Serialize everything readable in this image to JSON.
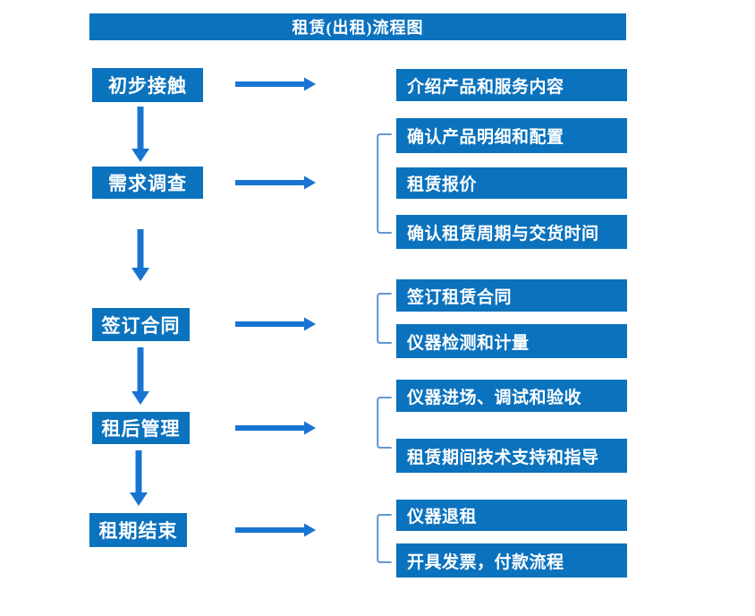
{
  "title": "租赁(出租)流程图",
  "colors": {
    "box_blue": "#0b72be",
    "arrow_blue": "#1774d1",
    "bracket_blue": "#4d89cb"
  },
  "steps": [
    {
      "label": "初步接触",
      "details": [
        "介绍产品和服务内容"
      ]
    },
    {
      "label": "需求调查",
      "details": [
        "确认产品明细和配置",
        "租赁报价",
        "确认租赁周期与交货时间"
      ]
    },
    {
      "label": "签订合同",
      "details": [
        "签订租赁合同",
        "仪器检测和计量"
      ]
    },
    {
      "label": "租后管理",
      "details": [
        "仪器进场、调试和验收",
        "租赁期间技术支持和指导"
      ]
    },
    {
      "label": "租期结束",
      "details": [
        "仪器退租",
        "开具发票，付款流程"
      ]
    }
  ]
}
